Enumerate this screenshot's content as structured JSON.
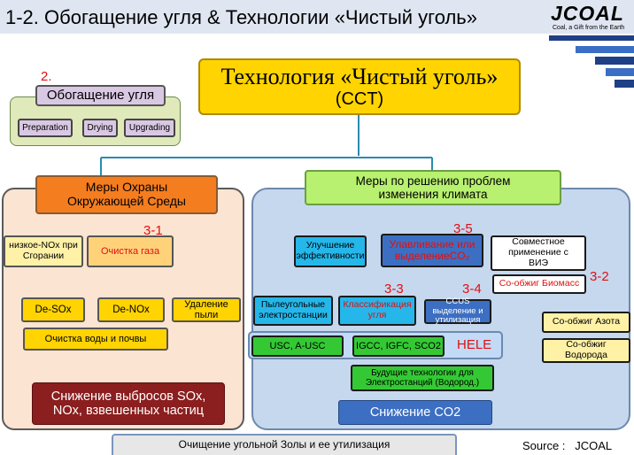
{
  "header": {
    "title": "1-2. Обогащение угля & Технологии «Чистый уголь»",
    "logo_text": "JCOAL",
    "logo_tagline": "Coal, a Gift from the Earth"
  },
  "colors": {
    "header_bg": "#dfe6f1",
    "title_yellow": "#ffd400",
    "orange": "#f47d1f",
    "light_green": "#b8f070",
    "cyan": "#25b7ea",
    "blue_box": "#3c6fc2",
    "dark_red": "#8b1e1e",
    "green": "#34c934",
    "pale_yellow": "#fff1a6",
    "red_text": "#e01010"
  },
  "diagram": {
    "main_title": "Технология «Чистый уголь»",
    "main_abbr": "(CCT)",
    "enrichment": {
      "number": "2.",
      "title": "Обогащение угля",
      "items": [
        "Preparation",
        "Drying",
        "Upgrading"
      ]
    },
    "env": {
      "title": "Меры Охраны Окружающей Среды",
      "low_nox": "низкое-NOx при Сгорании",
      "gas_cleaning": "Очистка газа",
      "gas_number": "3-1",
      "desox": "De-SOx",
      "denox": "De-NOx",
      "dust": "Удаление пыли",
      "water_soil": "Очистка воды и почвы",
      "reduction": "Снижение выбросов SOx, NOx, взвешенных частиц"
    },
    "climate": {
      "title": "Меры по решению проблем изменения климата",
      "efficiency": "Улучшение эффективности",
      "capture": "Улавливание или выделениеCO₂",
      "capture_number": "3-5",
      "renewables": "Совместное применение с ВИЭ",
      "pulverized": "Пылеугольные электростанции",
      "gasification": "Классификация угля",
      "gasification_number": "3-3",
      "ccus": "CCUS выделение и утилизация",
      "ccus_number": "3-4",
      "biomass": "Со-обжиг Биомасс",
      "biomass_number": "3-2",
      "usc": "USC, A-USC",
      "igcc": "IGCC, IGFC, SCO2",
      "hele": "HELE",
      "ammonia": "Со-обжиг Азота",
      "hydrogen": "Со-обжиг Водорода",
      "future": "Будущие технологии для Электростанций (Водород.)",
      "reduction_co2": "Снижение CO2"
    },
    "ash": "Очищение угольной Золы и ее утилизация",
    "source": "Source :   JCOAL"
  }
}
